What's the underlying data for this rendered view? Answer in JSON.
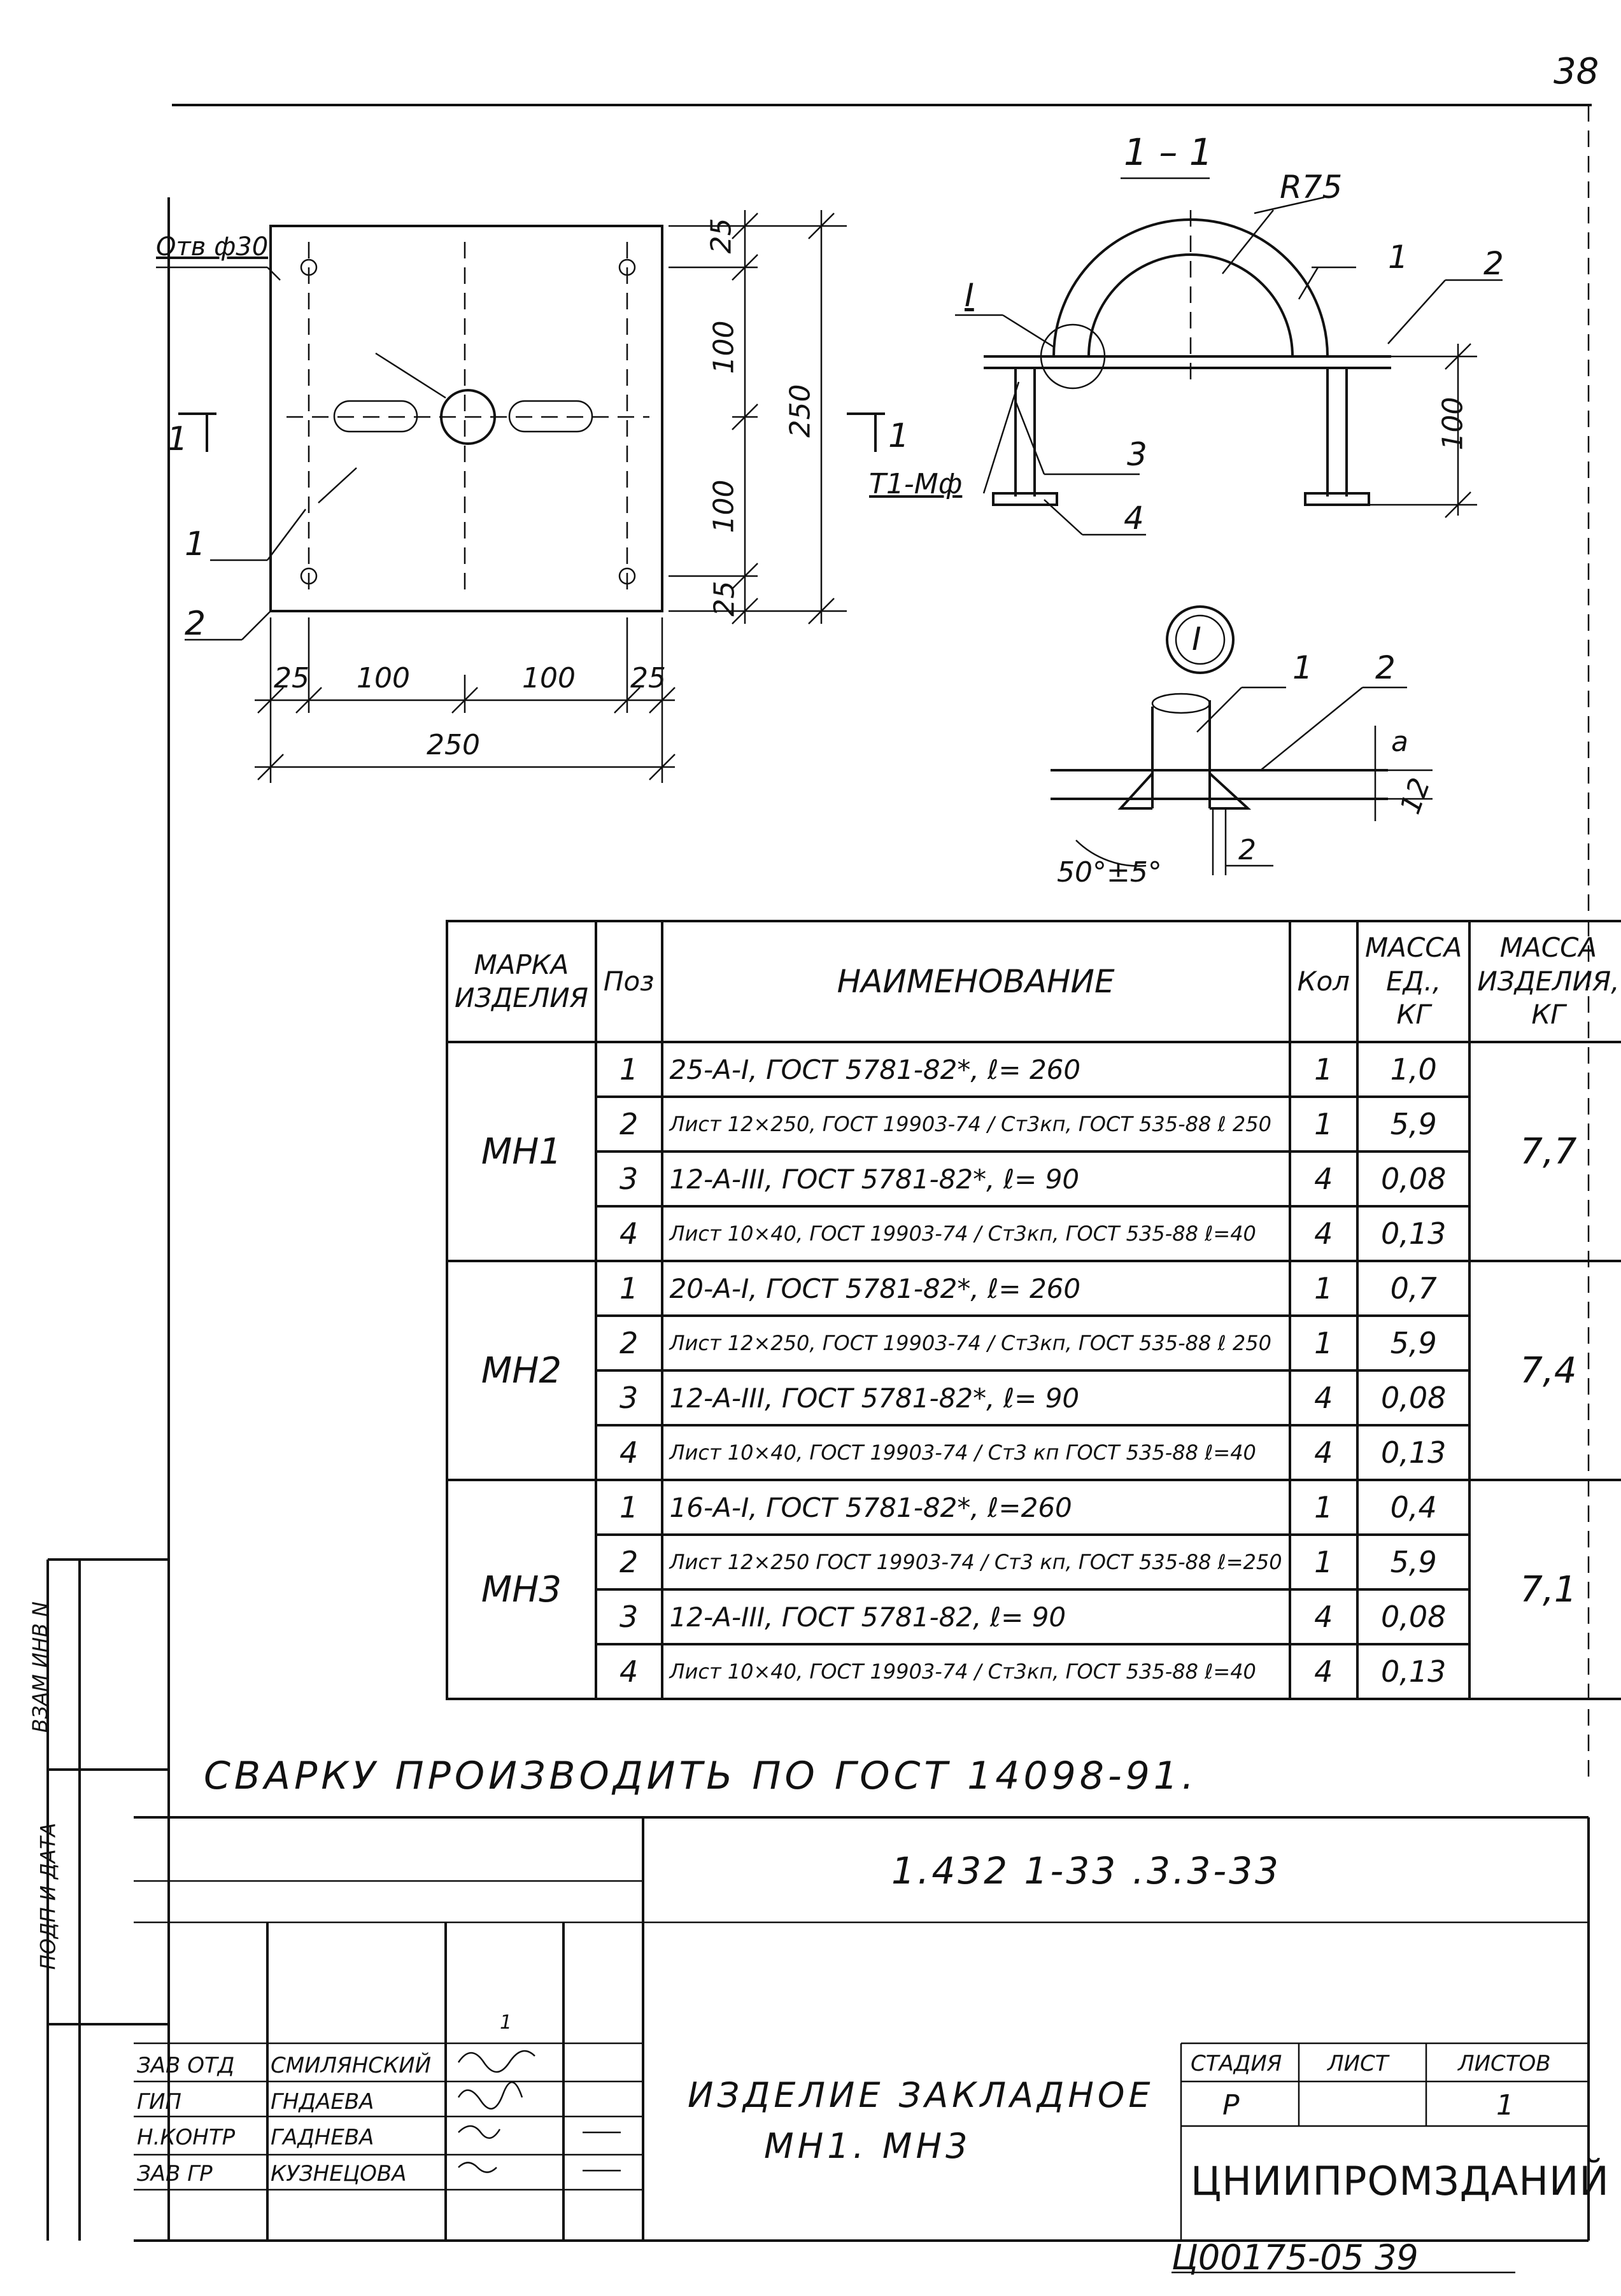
{
  "page_number": "38",
  "plan_view": {
    "hole_label": "Отв ф30",
    "section_mark": "1",
    "dims": {
      "right_top": "25",
      "right_upper": "100",
      "right_lower": "100",
      "right_bottom": "25",
      "right_total": "250",
      "bottom_left": "25",
      "bottom_mid1": "100",
      "bottom_mid2": "100",
      "bottom_right": "25",
      "bottom_total": "250"
    },
    "callouts": [
      "1",
      "2"
    ]
  },
  "section_view": {
    "title": "1 – 1",
    "radius": "R75",
    "callout_1": "1",
    "callout_2": "2",
    "callout_3": "3",
    "callout_4": "4",
    "node_label": "I",
    "weld_label": "Т1-Мф",
    "height_dim": "100"
  },
  "detail_view": {
    "mark": "I",
    "callout_1": "1",
    "callout_2": "2",
    "dim_a": "a",
    "dim_12": "12",
    "dim_2": "2",
    "angle": "50°±5°"
  },
  "spec_table": {
    "headers": {
      "mark": "МАРКА ИЗДЕЛИЯ",
      "pos": "Поз",
      "name": "НАИМЕНОВАНИЕ",
      "qty": "Кол",
      "mass_unit": "МАССА ЕД., КГ",
      "mass_item": "МАССА ИЗДЕЛИЯ, КГ"
    },
    "groups": [
      {
        "mark": "МН1",
        "mass": "7,7",
        "rows": [
          {
            "pos": "1",
            "name": "25-А-I, ГОСТ 5781-82*, ℓ= 260",
            "qty": "1",
            "unit": "1,0"
          },
          {
            "pos": "2",
            "name": "Лист 12×250, ГОСТ 19903-74 / Ст3кп, ГОСТ 535-88 ℓ 250",
            "qty": "1",
            "unit": "5,9"
          },
          {
            "pos": "3",
            "name": "12-А-III, ГОСТ 5781-82*, ℓ= 90",
            "qty": "4",
            "unit": "0,08"
          },
          {
            "pos": "4",
            "name": "Лист 10×40, ГОСТ 19903-74 / Ст3кп, ГОСТ 535-88 ℓ=40",
            "qty": "4",
            "unit": "0,13"
          }
        ]
      },
      {
        "mark": "МН2",
        "mass": "7,4",
        "rows": [
          {
            "pos": "1",
            "name": "20-А-I, ГОСТ 5781-82*, ℓ= 260",
            "qty": "1",
            "unit": "0,7"
          },
          {
            "pos": "2",
            "name": "Лист 12×250, ГОСТ 19903-74 / Ст3кп, ГОСТ 535-88 ℓ 250",
            "qty": "1",
            "unit": "5,9"
          },
          {
            "pos": "3",
            "name": "12-А-III, ГОСТ 5781-82*, ℓ= 90",
            "qty": "4",
            "unit": "0,08"
          },
          {
            "pos": "4",
            "name": "Лист 10×40, ГОСТ 19903-74 / Ст3 кп ГОСТ 535-88 ℓ=40",
            "qty": "4",
            "unit": "0,13"
          }
        ]
      },
      {
        "mark": "МН3",
        "mass": "7,1",
        "rows": [
          {
            "pos": "1",
            "name": "16-А-I, ГОСТ 5781-82*, ℓ=260",
            "qty": "1",
            "unit": "0,4"
          },
          {
            "pos": "2",
            "name": "Лист 12×250 ГОСТ 19903-74 / Ст3 кп, ГОСТ 535-88 ℓ=250",
            "qty": "1",
            "unit": "5,9"
          },
          {
            "pos": "3",
            "name": "12-А-III, ГОСТ 5781-82, ℓ= 90",
            "qty": "4",
            "unit": "0,08"
          },
          {
            "pos": "4",
            "name": "Лист 10×40, ГОСТ 19903-74 / Ст3кп, ГОСТ 535-88 ℓ=40",
            "qty": "4",
            "unit": "0,13"
          }
        ]
      }
    ]
  },
  "note": "СВАРКУ ПРОИЗВОДИТЬ ПО ГОСТ 14098-91.",
  "title_block": {
    "doc_code": "1.432 1-33 .3.3-33",
    "sheet_marker": "1",
    "roles": [
      "ЗАВ ОТД",
      "ГИП",
      "Н.КОНТР",
      "ЗАВ ГР"
    ],
    "names": [
      "СМИЛЯНСКИЙ",
      "ГНДАЕВА",
      "ГАДНЕВА",
      "КУЗНЕЦОВА"
    ],
    "title_line1": "ИЗДЕЛИЕ ЗАКЛАДНОЕ",
    "title_line2": "МН1. МН3",
    "stage_label": "СТАДИЯ",
    "sheet_label": "ЛИСТ",
    "sheets_label": "ЛИСТОВ",
    "stage_value": "Р",
    "sheet_value": "",
    "sheets_value": "1",
    "org": "ЦНИИПРОМЗДАНИЙ"
  },
  "side_stamp": {
    "label1": "ВЗАМ ИНВ N",
    "label2": "ПОДП И ДАТА"
  },
  "footer_code": "Ц00175-05   39"
}
